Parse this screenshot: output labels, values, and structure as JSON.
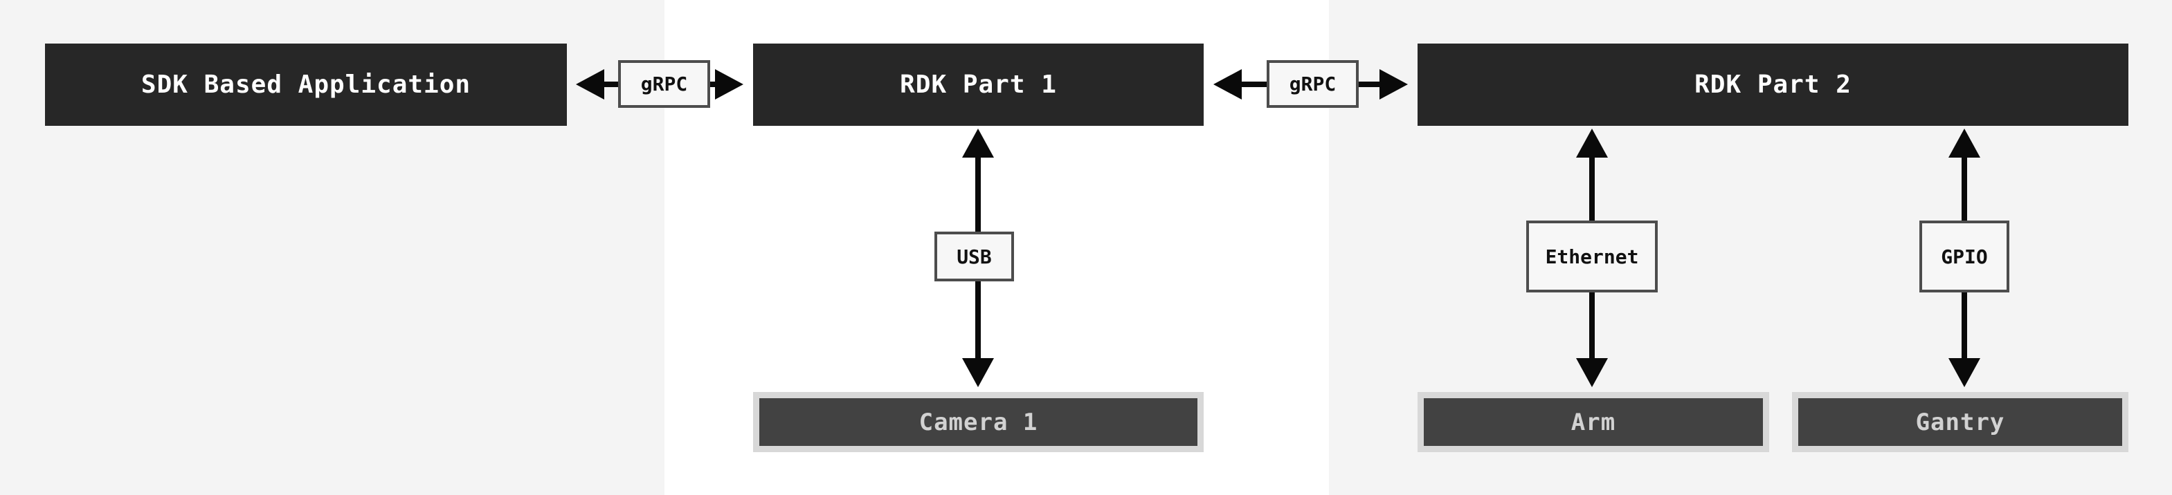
{
  "diagram": {
    "nodes": {
      "sdk": {
        "label": "SDK Based Application"
      },
      "rdk1": {
        "label": "RDK Part 1"
      },
      "rdk2": {
        "label": "RDK Part 2"
      }
    },
    "connectors": {
      "grpc1": {
        "label": "gRPC"
      },
      "grpc2": {
        "label": "gRPC"
      },
      "usb": {
        "label": "USB"
      },
      "ethernet": {
        "label": "Ethernet"
      },
      "gpio": {
        "label": "GPIO"
      }
    },
    "devices": {
      "camera1": {
        "label": "Camera 1"
      },
      "arm": {
        "label": "Arm"
      },
      "gantry": {
        "label": "Gantry"
      }
    },
    "colors": {
      "page_background": "#ffffff",
      "panel_background": "#f4f4f4",
      "node_fill": "#272727",
      "node_text": "#ffffff",
      "label_fill": "#f7f7f7",
      "label_border": "#4d4d4d",
      "label_text": "#111111",
      "device_fill": "#424242",
      "device_border": "#d8d8d8",
      "device_text": "#d2d2d2",
      "arrow": "#0a0a0a"
    }
  }
}
